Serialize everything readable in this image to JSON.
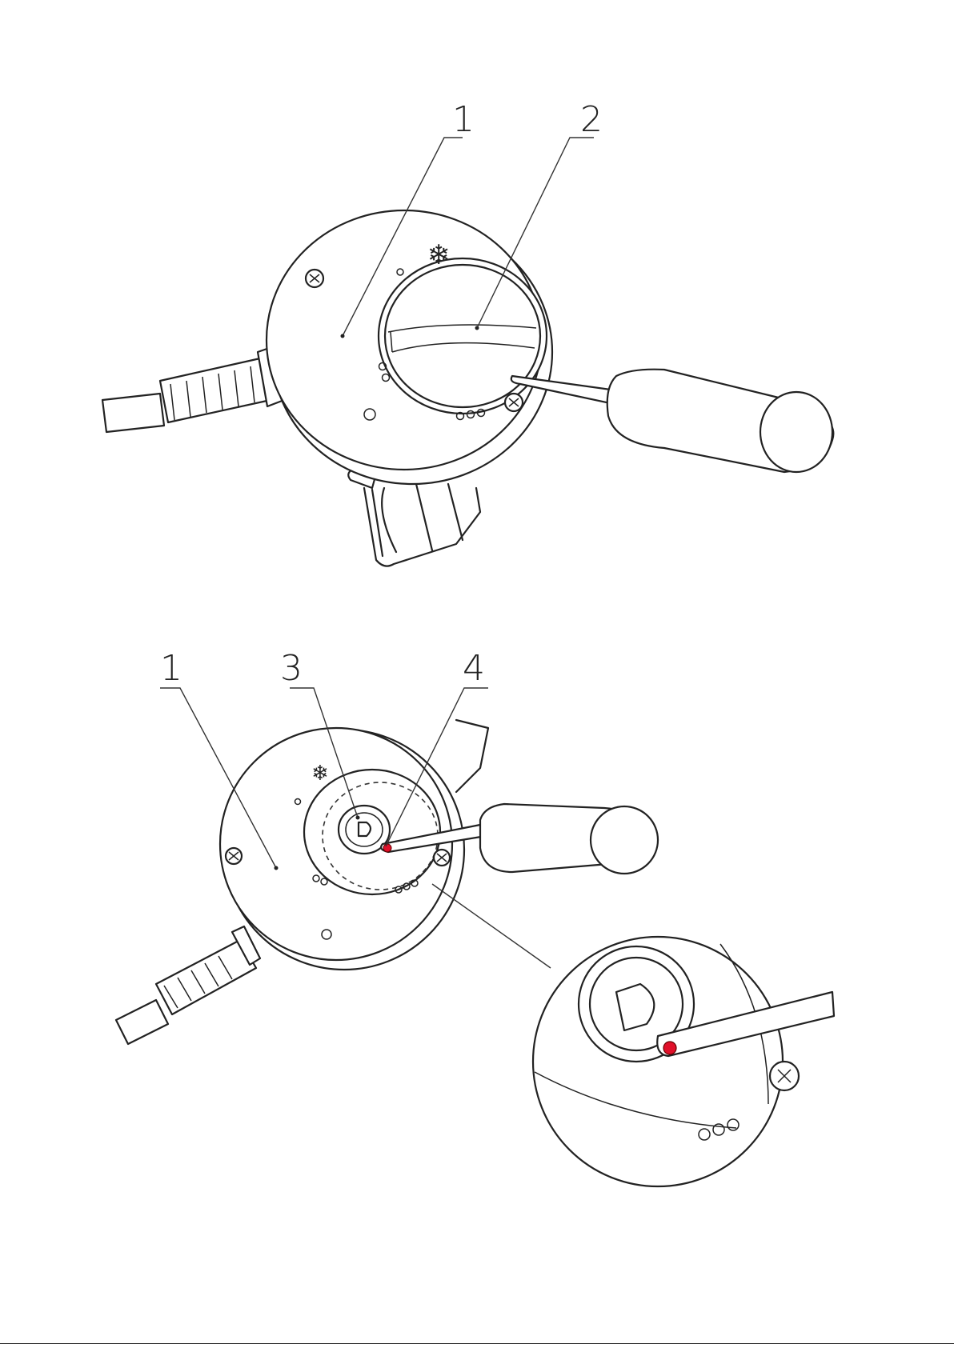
{
  "figure_top": {
    "callouts": [
      {
        "id": "1",
        "label": "1"
      },
      {
        "id": "2",
        "label": "2"
      }
    ]
  },
  "figure_bottom": {
    "callouts": [
      {
        "id": "1",
        "label": "1"
      },
      {
        "id": "3",
        "label": "3"
      },
      {
        "id": "4",
        "label": "4"
      }
    ]
  },
  "icons": {
    "snowflake": "snowflake-icon",
    "screw": "phillips-screw-icon",
    "screwdriver": "screwdriver-icon",
    "cable": "cable-connector-icon"
  },
  "colors": {
    "line": "#222222",
    "highlight": "#e0102a"
  }
}
